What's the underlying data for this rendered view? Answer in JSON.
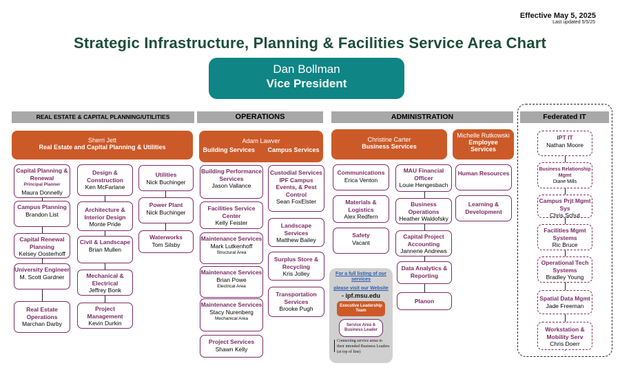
{
  "header": {
    "effective": "Effective May 5, 2025",
    "updated": "Last updated 5/5/25",
    "title": "Strategic Infrastructure, Planning & Facilities Service Area Chart"
  },
  "vp": {
    "name": "Dan Bollman",
    "role": "Vice President"
  },
  "sections": {
    "re": "REAL ESTATE & CAPITAL PLANNING/UTILITIES",
    "ops": "OPERATIONS",
    "admin": "ADMINISTRATION",
    "fed": "Federated IT"
  },
  "leaders": {
    "re": {
      "name": "Sherri Jett",
      "title": "Real Estate and Capital Planning & Utilities"
    },
    "ops": {
      "name": "Adam Lawver",
      "title1": "Building Services",
      "title2": "Campus Services"
    },
    "admin": {
      "name": "Christine Carter",
      "title": "Business Services"
    },
    "emp": {
      "name": "Michelle Rutkowski",
      "title": "Employee Services"
    }
  },
  "re_col1": [
    {
      "t": "Capital Planning & Renewal",
      "pp": "Principal Planner",
      "p": "Maura Donnelly"
    },
    {
      "t": "Campus Planning",
      "p": "Brandon List"
    },
    {
      "t": "Capital Renewal Planning",
      "p": "Kelsey Oosterhoff"
    },
    {
      "t": "University Engineer",
      "p": "M. Scott Gardner"
    },
    {
      "t": "Real Estate Operations",
      "p": "Marchan Darby"
    }
  ],
  "re_col2": [
    {
      "t": "Design & Construction",
      "p": "Ken McFarlane"
    },
    {
      "t": "Architecture & Interior Design",
      "p": "Monte Pride"
    },
    {
      "t": "Civil & Landscape",
      "p": "Brian Mullen"
    },
    {
      "t": "Mechanical & Electrical",
      "p": "Jeffrey Bonk"
    },
    {
      "t": "Project Management",
      "p": "Kevin Durkin"
    }
  ],
  "re_col3": [
    {
      "t": "Utilities",
      "p": "Nick Buchinger"
    },
    {
      "t": "Power Plant",
      "p": "Nick Buchinger"
    },
    {
      "t": "Waterworks",
      "p": "Tom Silsby"
    }
  ],
  "ops_col1": [
    {
      "t": "Building Performance Services",
      "p": "Jason Vallance"
    },
    {
      "t": "Facilities Service Center",
      "p": "Kelly Feister"
    },
    {
      "t": "Maintenance Services",
      "p": "Mark Lutkenhoff",
      "s": "Structural Area"
    },
    {
      "t": "Maintenance Services",
      "p": "Brian Powe",
      "s": "Electrical Area"
    },
    {
      "t": "Maintenance Services",
      "p": "Stacy Nurenberg",
      "s": "Mechanical Area"
    },
    {
      "t": "Project Services",
      "p": "Shawn Kelly"
    }
  ],
  "ops_col2": [
    {
      "t": "Custodial Services IPF Campus Events, & Pest Control",
      "p": "Sean FoxElster"
    },
    {
      "t": "Landscape Services",
      "p": "Matthew Bailey"
    },
    {
      "t": "Surplus Store & Recycling",
      "p": "Kris Jolley"
    },
    {
      "t": "Transportation Services",
      "p": "Brooke Pugh"
    }
  ],
  "admin_col1": [
    {
      "t": "Communications",
      "p": "Erica Venton"
    },
    {
      "t": "Materials & Logistics",
      "p": "Alex Redfern"
    },
    {
      "t": "Safety",
      "p": "Vacant"
    }
  ],
  "admin_col2": [
    {
      "t": "MAU Financial Officer",
      "p": "Louie Hengesbach"
    },
    {
      "t": "Business Operations",
      "p": "Heather Waldofsky"
    },
    {
      "t": "Capital Project Accounting",
      "p": "Jannene Andrews"
    },
    {
      "t": "Data Analytics & Reporting",
      "p": ""
    },
    {
      "t": "Planon",
      "p": ""
    }
  ],
  "emp_col": [
    {
      "t": "Human Resources",
      "p": ""
    },
    {
      "t": "Learning & Development",
      "p": ""
    }
  ],
  "fed_col": [
    {
      "t": "IPT IT",
      "p": "Nathan Moore"
    },
    {
      "t": "Business Relationship Mgmt",
      "p": "Diane Mills"
    },
    {
      "t": "Campus Prjt Mgmt Sys",
      "p": "Chris Schut"
    },
    {
      "t": "Facilities Mgmt Systems",
      "p": "Ric Bruce"
    },
    {
      "t": "Operational Tech Systems",
      "p": "Bradley Young"
    },
    {
      "t": "Spatial Data Mgmt",
      "p": "Jade Freeman"
    },
    {
      "t": "Workstation & Mobility Serv",
      "p": "Chris Doerr"
    }
  ],
  "legend": {
    "link1": "For a full listing of our services",
    "link2": "please visit our Website",
    "url": "- ipf.msu.edu",
    "exec": "Executive Leadership Team",
    "sabl": "Service Area & Business Leader",
    "note": "Connecting service areas to their intended Business Leaders (at top of line)"
  }
}
